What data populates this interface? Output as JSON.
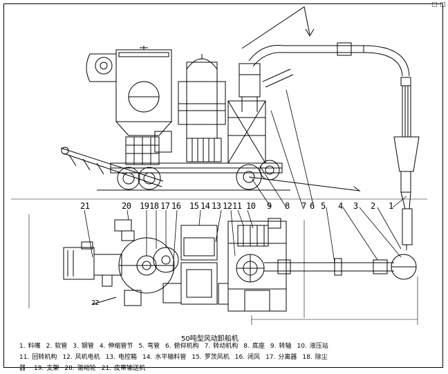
{
  "window": {
    "corner_labels": [
      "□",
      "□"
    ]
  },
  "drawing": {
    "title": "50吨型风动卸船机",
    "callouts": {
      "side_view": [
        "1",
        "2",
        "3",
        "4",
        "5",
        "6",
        "7",
        "8",
        "9"
      ],
      "plan_view_top": [
        "21",
        "20",
        "19",
        "18",
        "17",
        "16",
        "15",
        "14",
        "13",
        "12",
        "11",
        "10"
      ],
      "plan_view_bottom": [
        "22"
      ]
    },
    "legend": [
      [
        {
          "num": "1.",
          "label": "料嘴"
        },
        {
          "num": "2.",
          "label": "软管"
        },
        {
          "num": "3.",
          "label": "钢管"
        },
        {
          "num": "4.",
          "label": "伸缩管节"
        },
        {
          "num": "5.",
          "label": "弯管"
        },
        {
          "num": "6.",
          "label": "俯仰机构"
        },
        {
          "num": "7.",
          "label": "转动机构"
        },
        {
          "num": "8.",
          "label": "底座"
        },
        {
          "num": "9.",
          "label": "转轴"
        },
        {
          "num": "10.",
          "label": "液压站"
        }
      ],
      [
        {
          "num": "11.",
          "label": "回转机构"
        },
        {
          "num": "12.",
          "label": "风机电机"
        },
        {
          "num": "13.",
          "label": "电控箱"
        },
        {
          "num": "14.",
          "label": "水平输料管"
        },
        {
          "num": "15.",
          "label": "罗茨风机"
        },
        {
          "num": "16.",
          "label": "闭风"
        },
        {
          "num": "17.",
          "label": "分离器"
        },
        {
          "num": "18.",
          "label": "除尘"
        }
      ],
      [
        {
          "num": "器",
          "label": ""
        },
        {
          "num": "19.",
          "label": "支架"
        },
        {
          "num": "20.",
          "label": "驱动轮"
        },
        {
          "num": "21.",
          "label": "皮带输送机"
        }
      ]
    ]
  }
}
